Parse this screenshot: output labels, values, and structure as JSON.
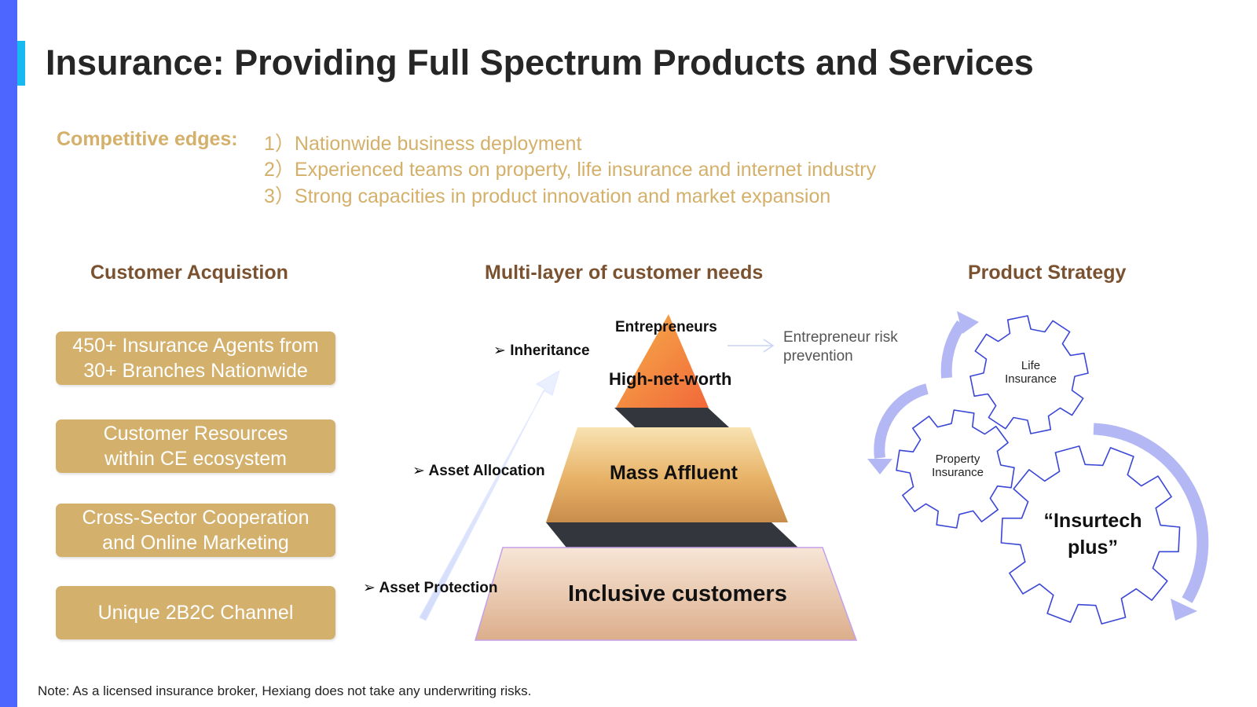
{
  "title": "Insurance: Providing Full Spectrum Products and Services",
  "competitive": {
    "label": "Competitive edges:",
    "items": [
      "1）Nationwide business deployment",
      "2）Experienced teams on property, life insurance and internet industry",
      "3）Strong capacities in product innovation and market expansion"
    ]
  },
  "acquisition": {
    "title": "Customer Acquistion",
    "boxes": [
      "450+ Insurance Agents from\n30+ Branches Nationwide",
      "Customer Resources\nwithin CE ecosystem",
      "Cross-Sector Cooperation\nand Online Marketing",
      "Unique 2B2C Channel"
    ]
  },
  "needs": {
    "title": "Multi-layer of customer needs",
    "labels": [
      "Inheritance",
      "Asset Allocation",
      "Asset Protection"
    ],
    "bullet": "➢",
    "pyramid": {
      "entrepreneurs": "Entrepreneurs",
      "high_net_worth": "High-net-worth",
      "mass_affluent": "Mass Affluent",
      "inclusive": "Inclusive customers"
    },
    "risk_note": "Entrepreneur risk\nprevention"
  },
  "strategy": {
    "title": "Product Strategy",
    "gears": {
      "life": "Life\nInsurance",
      "property": "Property\nInsurance",
      "insurtech": "“Insurtech\nplus”"
    }
  },
  "note": "Note: As a licensed insurance broker, Hexiang does not take any underwriting risks.",
  "colors": {
    "sidebar": "#4c66ff",
    "title_accent": "#18b8f0",
    "gold": "#d3b06c",
    "brown": "#7a5230",
    "gear_outline": "#3a46d6",
    "cycle_arrow": "#b3b8f5"
  }
}
